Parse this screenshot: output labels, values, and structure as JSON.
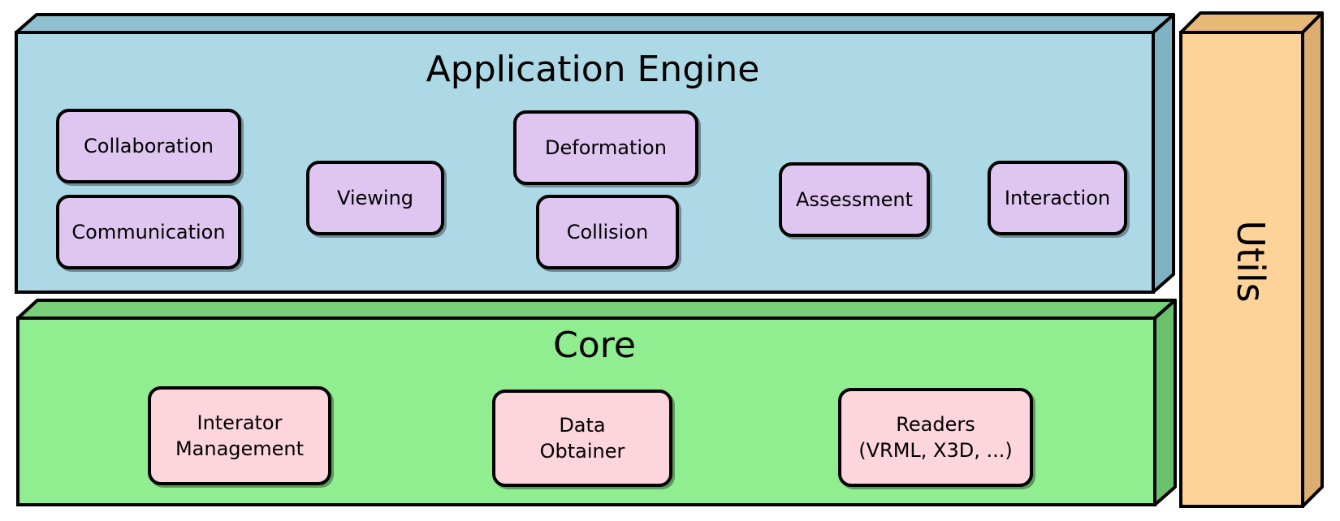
{
  "application_engine": {
    "title": "Application Engine",
    "color": "#add8e6",
    "modules": [
      "Collaboration",
      "Communication",
      "Viewing",
      "Deformation",
      "Collision",
      "Assessment",
      "Interaction"
    ],
    "module_color": "#dfc6f0"
  },
  "core": {
    "title": "Core",
    "color": "#90ee90",
    "modules": [
      "Interator\nManagement",
      "Data\nObtainer",
      "Readers\n(VRML, X3D, ...)"
    ],
    "module_color": "#fcd5dd"
  },
  "utils": {
    "title": "Utils",
    "color": "#fed399"
  }
}
